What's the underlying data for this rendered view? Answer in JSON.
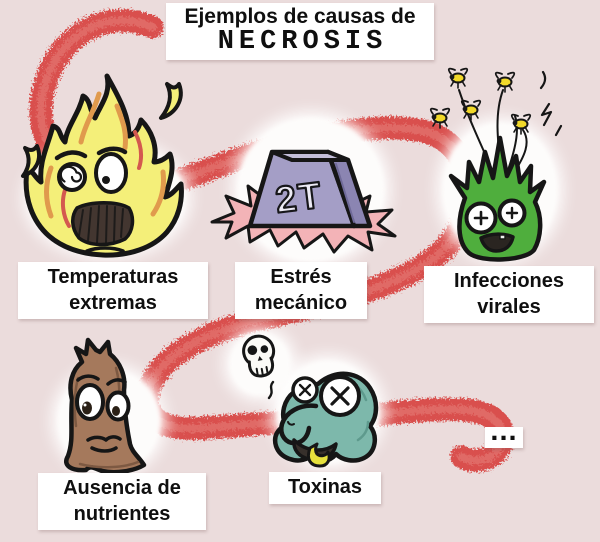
{
  "title": {
    "line1": "Ejemplos de causas de",
    "line2": "NECROSIS"
  },
  "causes": [
    {
      "id": "temperaturas-extremas",
      "label": "Temperaturas extremas",
      "icon": "fire-icon"
    },
    {
      "id": "estres-mecanico",
      "label": "Estrés mecánico",
      "icon": "weight-icon"
    },
    {
      "id": "infecciones-virales",
      "label": "Infecciones virales",
      "icon": "virus-icon"
    },
    {
      "id": "ausencia-de-nutrientes",
      "label": "Ausencia de nutrientes",
      "icon": "withered-plant-icon"
    },
    {
      "id": "toxinas",
      "label": "Toxinas",
      "icon": "poisoned-blob-icon"
    }
  ],
  "weight": {
    "label": "2T"
  },
  "more": {
    "label": "..."
  },
  "colors": {
    "background": "#ebdcdc",
    "ribbon_red": "#d9504d",
    "card_white": "#ffffff",
    "text_black": "#0f0f0f",
    "fire_yellow": "#f4ef79",
    "flame_orange": "#e09a4d",
    "weight_purple": "#a49ec6",
    "splat_pink": "#f3b3b7",
    "virus_green": "#4fae3d",
    "fly_yellow": "#f1d829",
    "trunk_brown": "#a5795c",
    "toxin_teal": "#7db8ab",
    "tongue_yellow": "#e6e13c"
  }
}
